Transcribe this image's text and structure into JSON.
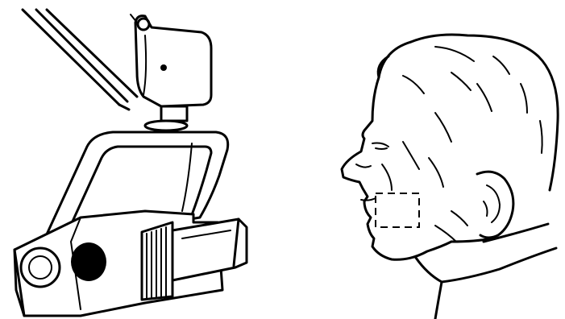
{
  "figure": {
    "kind": "line-drawing",
    "subjects": [
      "xray-tube-head",
      "patient-profile"
    ],
    "marked_region": "dashed-rectangle-on-cheek",
    "colors": {
      "ink": "#000000",
      "background": "#ffffff"
    }
  }
}
